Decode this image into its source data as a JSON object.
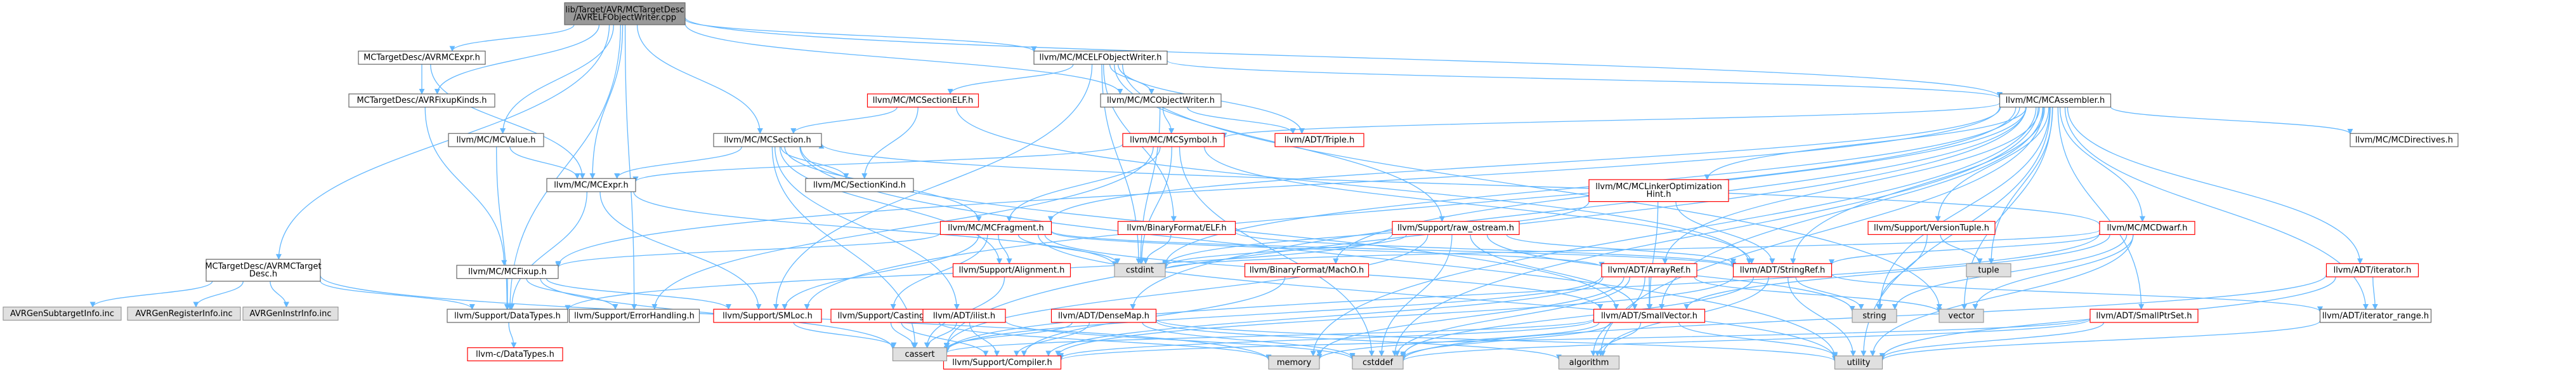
{
  "colors": {
    "edge": "#63b8ff",
    "root_fill": "#999999",
    "root_stroke": "#666666",
    "node_fill": "#ffffff",
    "node_stroke": "#666666",
    "link_stroke": "#ff0000",
    "missing_fill": "#e0e0e0",
    "missing_stroke": "#999999",
    "text": "#000000"
  },
  "nodes": [
    {
      "id": "root",
      "label": [
        "lib/Target/AVR/MCTargetDesc",
        "/AVRELFObjectWriter.cpp"
      ],
      "kind": "root"
    },
    {
      "id": "avrmcexpr",
      "label": [
        "MCTargetDesc/AVRMCExpr.h"
      ],
      "kind": "normal"
    },
    {
      "id": "avrfixupkinds",
      "label": [
        "MCTargetDesc/AVRFixupKinds.h"
      ],
      "kind": "normal"
    },
    {
      "id": "avrmctargetdesc",
      "label": [
        "MCTargetDesc/AVRMCTarget",
        "Desc.h"
      ],
      "kind": "normal"
    },
    {
      "id": "avrgensubtargetinfo",
      "label": [
        "AVRGenSubtargetInfo.inc"
      ],
      "kind": "missing"
    },
    {
      "id": "avrgenregisterinfo",
      "label": [
        "AVRGenRegisterInfo.inc"
      ],
      "kind": "missing"
    },
    {
      "id": "avrgeninstrinfo",
      "label": [
        "AVRGenInstrInfo.inc"
      ],
      "kind": "missing"
    },
    {
      "id": "mcvalue",
      "label": [
        "llvm/MC/MCValue.h"
      ],
      "kind": "normal"
    },
    {
      "id": "mcsection",
      "label": [
        "llvm/MC/MCSection.h"
      ],
      "kind": "normal"
    },
    {
      "id": "mcexpr",
      "label": [
        "llvm/MC/MCExpr.h"
      ],
      "kind": "normal"
    },
    {
      "id": "mcfixup",
      "label": [
        "llvm/MC/MCFixup.h"
      ],
      "kind": "normal"
    },
    {
      "id": "datatypes",
      "label": [
        "llvm/Support/DataTypes.h"
      ],
      "kind": "normal"
    },
    {
      "id": "cdatatypes",
      "label": [
        "llvm-c/DataTypes.h"
      ],
      "kind": "link"
    },
    {
      "id": "errorhandling",
      "label": [
        "llvm/Support/ErrorHandling.h"
      ],
      "kind": "normal"
    },
    {
      "id": "smloc",
      "label": [
        "llvm/Support/SMLoc.h"
      ],
      "kind": "link"
    },
    {
      "id": "casting",
      "label": [
        "llvm/Support/Casting.h"
      ],
      "kind": "link"
    },
    {
      "id": "ilist",
      "label": [
        "llvm/ADT/ilist.h"
      ],
      "kind": "link"
    },
    {
      "id": "densemap",
      "label": [
        "llvm/ADT/DenseMap.h"
      ],
      "kind": "link"
    },
    {
      "id": "compiler",
      "label": [
        "llvm/Support/Compiler.h"
      ],
      "kind": "link"
    },
    {
      "id": "mcelfobjectwriter",
      "label": [
        "llvm/MC/MCELFObjectWriter.h"
      ],
      "kind": "normal"
    },
    {
      "id": "mcsectionelf",
      "label": [
        "llvm/MC/MCSectionELF.h"
      ],
      "kind": "link"
    },
    {
      "id": "mcobjectwriter",
      "label": [
        "llvm/MC/MCObjectWriter.h"
      ],
      "kind": "normal"
    },
    {
      "id": "mcsymbol",
      "label": [
        "llvm/MC/MCSymbol.h"
      ],
      "kind": "link"
    },
    {
      "id": "triple",
      "label": [
        "llvm/ADT/Triple.h"
      ],
      "kind": "link"
    },
    {
      "id": "sectionkind",
      "label": [
        "llvm/MC/SectionKind.h"
      ],
      "kind": "normal"
    },
    {
      "id": "mcfragment",
      "label": [
        "llvm/MC/MCFragment.h"
      ],
      "kind": "link"
    },
    {
      "id": "binaryelf",
      "label": [
        "llvm/BinaryFormat/ELF.h"
      ],
      "kind": "link"
    },
    {
      "id": "alignment",
      "label": [
        "llvm/Support/Alignment.h"
      ],
      "kind": "link"
    },
    {
      "id": "rawostream",
      "label": [
        "llvm/Support/raw_ostream.h"
      ],
      "kind": "link"
    },
    {
      "id": "machoh",
      "label": [
        "llvm/BinaryFormat/MachO.h"
      ],
      "kind": "link"
    },
    {
      "id": "mclinkeropt",
      "label": [
        "llvm/MC/MCLinkerOptimization",
        "Hint.h"
      ],
      "kind": "link"
    },
    {
      "id": "arrayref",
      "label": [
        "llvm/ADT/ArrayRef.h"
      ],
      "kind": "link"
    },
    {
      "id": "stringref",
      "label": [
        "llvm/ADT/StringRef.h"
      ],
      "kind": "link"
    },
    {
      "id": "smallvector",
      "label": [
        "llvm/ADT/SmallVector.h"
      ],
      "kind": "link"
    },
    {
      "id": "mcassembler",
      "label": [
        "llvm/MC/MCAssembler.h"
      ],
      "kind": "normal"
    },
    {
      "id": "mcdirectives",
      "label": [
        "llvm/MC/MCDirectives.h"
      ],
      "kind": "normal"
    },
    {
      "id": "versiontuple",
      "label": [
        "llvm/Support/VersionTuple.h"
      ],
      "kind": "link"
    },
    {
      "id": "mcdwarf",
      "label": [
        "llvm/MC/MCDwarf.h"
      ],
      "kind": "link"
    },
    {
      "id": "tuple",
      "label": [
        "tuple"
      ],
      "kind": "missing"
    },
    {
      "id": "iterator",
      "label": [
        "llvm/ADT/iterator.h"
      ],
      "kind": "link"
    },
    {
      "id": "iteratorrange",
      "label": [
        "llvm/ADT/iterator_range.h"
      ],
      "kind": "normal"
    },
    {
      "id": "smallptrset",
      "label": [
        "llvm/ADT/SmallPtrSet.h"
      ],
      "kind": "link"
    },
    {
      "id": "cstdint",
      "label": [
        "cstdint"
      ],
      "kind": "missing"
    },
    {
      "id": "string",
      "label": [
        "string"
      ],
      "kind": "missing"
    },
    {
      "id": "vector",
      "label": [
        "vector"
      ],
      "kind": "missing"
    },
    {
      "id": "cassert",
      "label": [
        "cassert"
      ],
      "kind": "missing"
    },
    {
      "id": "memory",
      "label": [
        "memory"
      ],
      "kind": "missing"
    },
    {
      "id": "cstddef",
      "label": [
        "cstddef"
      ],
      "kind": "missing"
    },
    {
      "id": "algorithm",
      "label": [
        "algorithm"
      ],
      "kind": "missing"
    },
    {
      "id": "utility",
      "label": [
        "utility"
      ],
      "kind": "missing"
    }
  ],
  "edges": [
    [
      "root",
      "avrmcexpr"
    ],
    [
      "root",
      "avrfixupkinds"
    ],
    [
      "root",
      "avrmctargetdesc"
    ],
    [
      "root",
      "mcvalue"
    ],
    [
      "root",
      "mcsection"
    ],
    [
      "root",
      "mcexpr"
    ],
    [
      "root",
      "mcelfobjectwriter"
    ],
    [
      "root",
      "mcobjectwriter"
    ],
    [
      "root",
      "mcassembler"
    ],
    [
      "root",
      "datatypes"
    ],
    [
      "root",
      "errorhandling"
    ],
    [
      "avrmcexpr",
      "mcexpr"
    ],
    [
      "avrmcexpr",
      "avrfixupkinds"
    ],
    [
      "avrfixupkinds",
      "mcfixup"
    ],
    [
      "avrmctargetdesc",
      "datatypes"
    ],
    [
      "avrmctargetdesc",
      "avrgensubtargetinfo"
    ],
    [
      "avrmctargetdesc",
      "avrgenregisterinfo"
    ],
    [
      "avrmctargetdesc",
      "avrgeninstrinfo"
    ],
    [
      "avrmctargetdesc",
      "memory"
    ],
    [
      "mcvalue",
      "mcexpr"
    ],
    [
      "mcvalue",
      "datatypes"
    ],
    [
      "mcsection",
      "mcfragment"
    ],
    [
      "mcsection",
      "sectionkind"
    ],
    [
      "mcsection",
      "mcexpr"
    ],
    [
      "mcsection",
      "smallvector"
    ],
    [
      "mcsection",
      "ilist"
    ],
    [
      "mcsection",
      "alignment"
    ],
    [
      "mcsection",
      "cassert"
    ],
    [
      "mcsection",
      "utility"
    ],
    [
      "mcexpr",
      "smloc"
    ],
    [
      "mcexpr",
      "datatypes"
    ],
    [
      "mcexpr",
      "cstdint"
    ],
    [
      "mcfixup",
      "datatypes"
    ],
    [
      "mcfixup",
      "errorhandling"
    ],
    [
      "mcfixup",
      "smloc"
    ],
    [
      "mcfixup",
      "cassert"
    ],
    [
      "datatypes",
      "cdatatypes"
    ],
    [
      "smloc",
      "cassert"
    ],
    [
      "casting",
      "compiler"
    ],
    [
      "casting",
      "cassert"
    ],
    [
      "casting",
      "memory"
    ],
    [
      "ilist",
      "compiler"
    ],
    [
      "ilist",
      "cassert"
    ],
    [
      "ilist",
      "cstddef"
    ],
    [
      "densemap",
      "compiler"
    ],
    [
      "densemap",
      "cassert"
    ],
    [
      "densemap",
      "utility"
    ],
    [
      "densemap",
      "algorithm"
    ],
    [
      "densemap",
      "cstddef"
    ],
    [
      "mcelfobjectwriter",
      "mcsectionelf"
    ],
    [
      "mcelfobjectwriter",
      "mcobjectwriter"
    ],
    [
      "mcelfobjectwriter",
      "rawostream"
    ],
    [
      "mcelfobjectwriter",
      "binaryelf"
    ],
    [
      "mcelfobjectwriter",
      "triple"
    ],
    [
      "mcelfobjectwriter",
      "cstdint"
    ],
    [
      "mcelfobjectwriter",
      "smloc"
    ],
    [
      "mcelfobjectwriter",
      "mcassembler"
    ],
    [
      "mcelfobjectwriter",
      "vector"
    ],
    [
      "mcsectionelf",
      "sectionkind"
    ],
    [
      "mcsectionelf",
      "mcsection"
    ],
    [
      "mcsectionelf",
      "stringref"
    ],
    [
      "mcobjectwriter",
      "mcsymbol"
    ],
    [
      "mcobjectwriter",
      "triple"
    ],
    [
      "mcobjectwriter",
      "cstdint"
    ],
    [
      "mcsymbol",
      "mcexpr"
    ],
    [
      "mcsymbol",
      "mcfragment"
    ],
    [
      "mcsymbol",
      "stringref"
    ],
    [
      "mcsymbol",
      "errorhandling"
    ],
    [
      "mcsymbol",
      "cstddef"
    ],
    [
      "mcsymbol",
      "cstdint"
    ],
    [
      "mcfragment",
      "alignment"
    ],
    [
      "mcfragment",
      "smloc"
    ],
    [
      "mcfragment",
      "casting"
    ],
    [
      "mcfragment",
      "arrayref"
    ],
    [
      "mcfragment",
      "stringref"
    ],
    [
      "mcfragment",
      "smallvector"
    ],
    [
      "mcfragment",
      "mcfixup"
    ],
    [
      "mcfragment",
      "cstdint"
    ],
    [
      "mcfragment",
      "utility"
    ],
    [
      "binaryelf",
      "cstdint"
    ],
    [
      "binaryelf",
      "cstring"
    ],
    [
      "binaryelf",
      "stringref"
    ],
    [
      "alignment",
      "cassert"
    ],
    [
      "rawostream",
      "stringref"
    ],
    [
      "rawostream",
      "datatypes"
    ],
    [
      "rawostream",
      "cassert"
    ],
    [
      "rawostream",
      "cstddef"
    ],
    [
      "rawostream",
      "cstdint"
    ],
    [
      "rawostream",
      "string"
    ],
    [
      "rawostream",
      "smallvector"
    ],
    [
      "machoh",
      "compiler"
    ],
    [
      "mclinkeropt",
      "smallvector"
    ],
    [
      "mclinkeropt",
      "stringref"
    ],
    [
      "mclinkeropt",
      "cstdint"
    ],
    [
      "arrayref",
      "smallvector"
    ],
    [
      "arrayref",
      "compiler"
    ],
    [
      "arrayref",
      "memory"
    ],
    [
      "arrayref",
      "cassert"
    ],
    [
      "arrayref",
      "vector"
    ],
    [
      "arrayref",
      "algorithm"
    ],
    [
      "arrayref",
      "cstddef"
    ],
    [
      "stringref",
      "iteratorrange"
    ],
    [
      "stringref",
      "compiler"
    ],
    [
      "stringref",
      "cstddef"
    ],
    [
      "stringref",
      "algorithm"
    ],
    [
      "stringref",
      "string"
    ],
    [
      "stringref",
      "utility"
    ],
    [
      "smallvector",
      "compiler"
    ],
    [
      "smallvector",
      "memory"
    ],
    [
      "smallvector",
      "cassert"
    ],
    [
      "smallvector",
      "cstddef"
    ],
    [
      "smallvector",
      "algorithm"
    ],
    [
      "smallvector",
      "utility"
    ],
    [
      "mcassembler",
      "mcdirectives"
    ],
    [
      "mcassembler",
      "mcdwarf"
    ],
    [
      "mcassembler",
      "mcfixup"
    ],
    [
      "mcassembler",
      "mcfragment"
    ],
    [
      "mcassembler",
      "mclinkeropt"
    ],
    [
      "mcassembler",
      "mcsymbol"
    ],
    [
      "mcassembler",
      "versiontuple"
    ],
    [
      "mcassembler",
      "arrayref"
    ],
    [
      "mcassembler",
      "densemap"
    ],
    [
      "mcassembler",
      "smallptrset"
    ],
    [
      "mcassembler",
      "smallvector"
    ],
    [
      "mcassembler",
      "stringref"
    ],
    [
      "mcassembler",
      "iterator"
    ],
    [
      "mcassembler",
      "iteratorrange"
    ],
    [
      "mcassembler",
      "smloc"
    ],
    [
      "mcassembler",
      "machoh"
    ],
    [
      "mcassembler",
      "tuple"
    ],
    [
      "mcassembler",
      "cassert"
    ],
    [
      "mcassembler",
      "cstddef"
    ],
    [
      "mcassembler",
      "cstdint"
    ],
    [
      "mcassembler",
      "string"
    ],
    [
      "mcassembler",
      "utility"
    ],
    [
      "mcassembler",
      "vector"
    ],
    [
      "mcassembler",
      "algorithm"
    ],
    [
      "mcassembler",
      "memory"
    ],
    [
      "versiontuple",
      "string"
    ],
    [
      "versiontuple",
      "tuple"
    ],
    [
      "mcdwarf",
      "mcsection"
    ],
    [
      "mcdwarf",
      "stringref"
    ],
    [
      "mcdwarf",
      "smallvector"
    ],
    [
      "mcdwarf",
      "cassert"
    ],
    [
      "mcdwarf",
      "cstdint"
    ],
    [
      "mcdwarf",
      "string"
    ],
    [
      "mcdwarf",
      "utility"
    ],
    [
      "mcdwarf",
      "vector"
    ],
    [
      "iterator",
      "iteratorrange"
    ],
    [
      "iterator",
      "cstddef"
    ],
    [
      "iterator",
      "utility"
    ],
    [
      "iteratorrange",
      "utility"
    ],
    [
      "smallptrset",
      "compiler"
    ],
    [
      "smallptrset",
      "cstddef"
    ],
    [
      "smallptrset",
      "utility"
    ]
  ]
}
